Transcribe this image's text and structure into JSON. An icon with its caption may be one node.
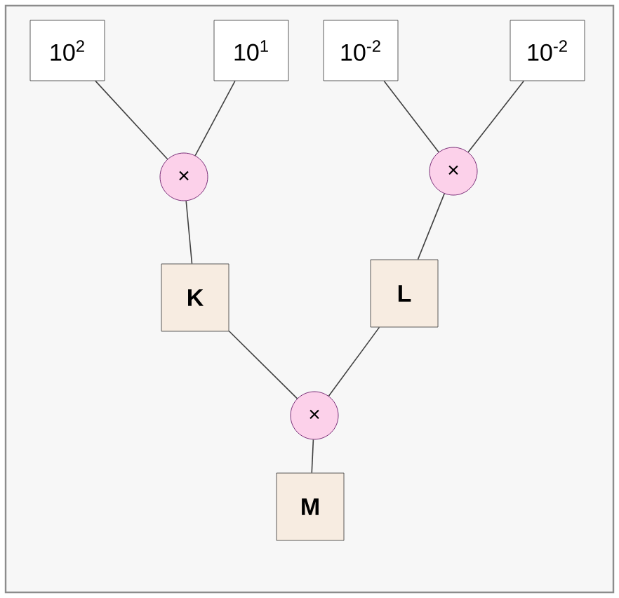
{
  "diagram": {
    "nodes": [
      {
        "text": [
          "10$^{2}$"
        ]
      },
      {
        "text": [
          "10$^{1}$"
        ]
      },
      {
        "text": [
          "10$^{-2}$"
        ]
      },
      {
        "text": [
          "10$^{-2}$"
        ]
      },
      {
        "text": [
          "×"
        ]
      },
      {
        "text": [
          "×"
        ]
      },
      {
        "text": [
          "K"
        ]
      },
      {
        "text": [
          "L"
        ]
      },
      {
        "text": [
          "×"
        ]
      },
      {
        "text": [
          "M"
        ]
      }
    ],
    "edges": [
      {
        "from": 0,
        "to": 4,
        "arrow": "none"
      },
      {
        "from": 1,
        "to": 4,
        "arrow": "none"
      },
      {
        "from": 2,
        "to": 5,
        "arrow": "none"
      },
      {
        "from": 3,
        "to": 5,
        "arrow": "none"
      },
      {
        "from": 4,
        "to": 6,
        "arrow": "none"
      },
      {
        "from": 5,
        "to": 7,
        "arrow": "none"
      },
      {
        "from": 6,
        "to": 8,
        "arrow": "none"
      },
      {
        "from": 7,
        "to": 8,
        "arrow": "none"
      },
      {
        "from": 8,
        "to": 9,
        "arrow": "none"
      }
    ]
  }
}
